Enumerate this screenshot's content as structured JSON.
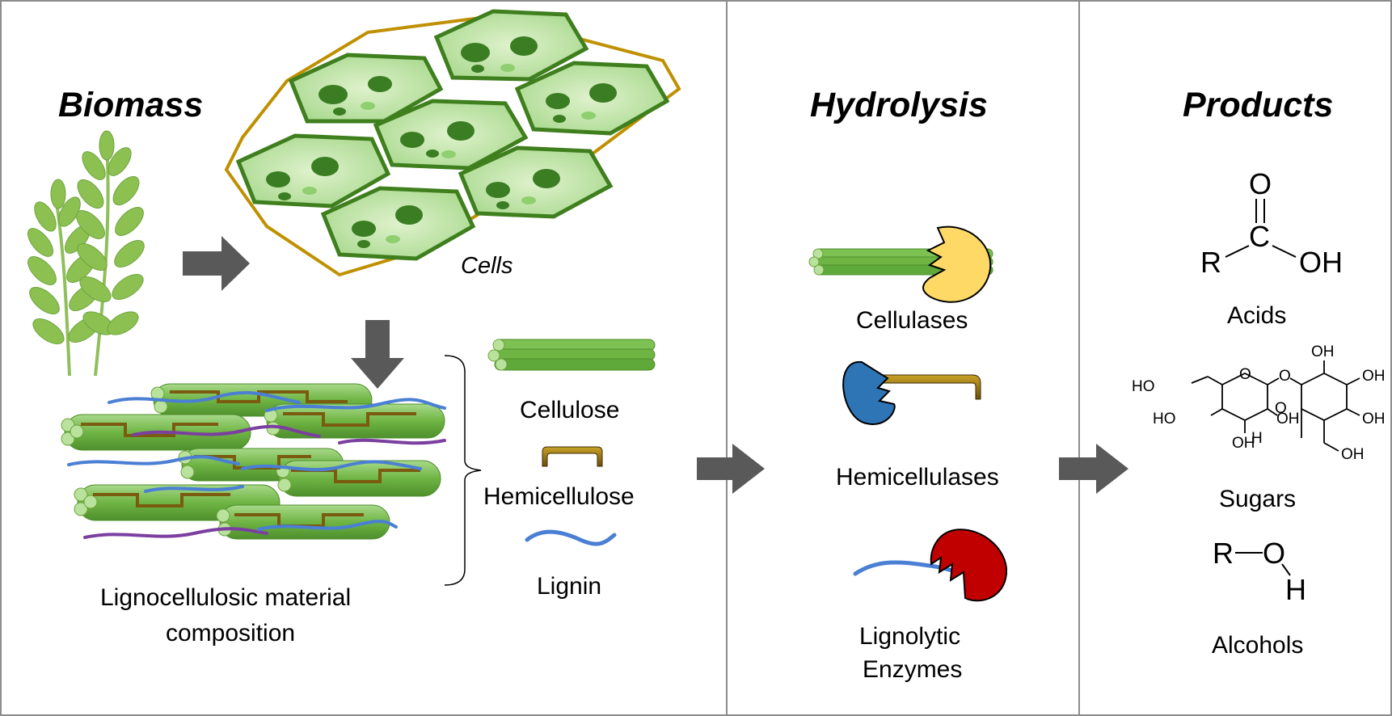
{
  "sections": {
    "biomass": {
      "title": "Biomass"
    },
    "hydrolysis": {
      "title": "Hydrolysis"
    },
    "products": {
      "title": "Products"
    }
  },
  "biomass": {
    "cells_label": "Cells",
    "components": [
      "Cellulose",
      "Hemicellulose",
      "Lignin"
    ],
    "material_caption": [
      "Lignocellulosic material",
      "composition"
    ]
  },
  "hydrolysis": {
    "enzymes": [
      "Cellulases",
      "Hemicellulases",
      "Lignolytic",
      "Enzymes"
    ]
  },
  "products": {
    "items": [
      "Acids",
      "Sugars",
      "Alcohols"
    ],
    "acid_atoms": {
      "o": "O",
      "c": "C",
      "r": "R",
      "oh": "OH"
    },
    "alcohol_atoms": {
      "r": "R",
      "o": "O",
      "h": "H"
    },
    "sugar_atoms": {
      "ho_left": "HO",
      "o_ring1": "O",
      "o_link": "O",
      "oh_top": "OH",
      "oh_r1": "OH",
      "ho_mid": "HO",
      "oh_mid1": "OH",
      "o_ring2": "O",
      "oh_r2": "OH",
      "oh_bot": "OH",
      "h_bot": "H",
      "oh_end": "OH"
    }
  },
  "colors": {
    "cellulose_green": "#7dc152",
    "hemicellulose_brown": "#7a5b10",
    "lignin_blue": "#4a7fd4",
    "lignin_purple": "#7b3fa0",
    "cellulase_yellow": "#ffd966",
    "hemicellulase_blue": "#2e75b6",
    "lignolytic_red": "#c00000",
    "arrow_gray": "#595959",
    "cell_border_gold": "#bf9000"
  }
}
